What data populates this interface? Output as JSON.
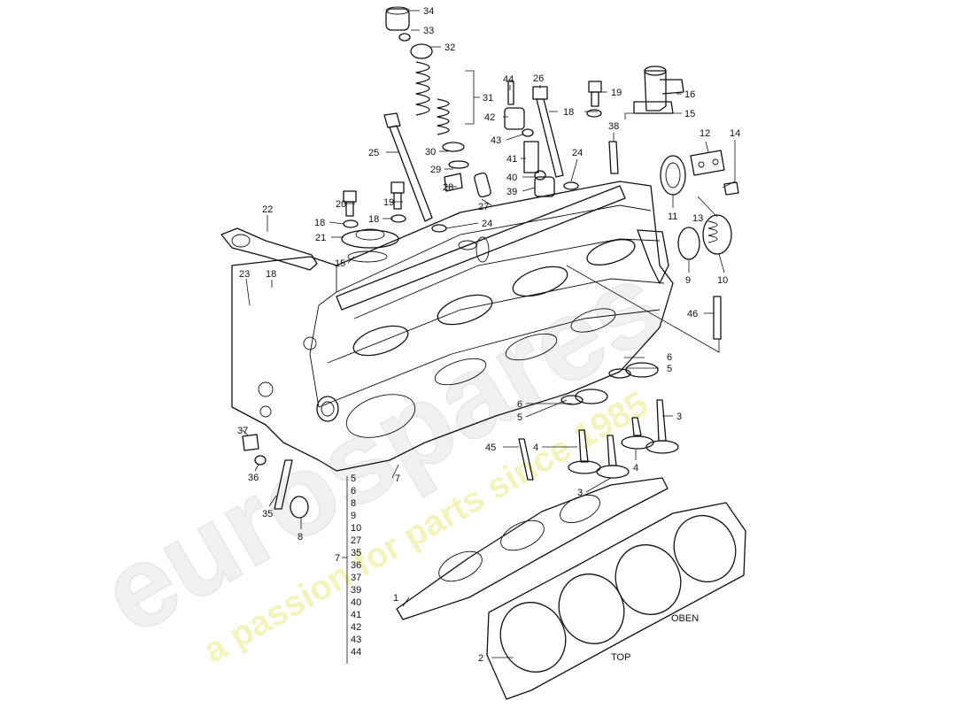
{
  "watermark": {
    "logo_text": "eurospares",
    "tagline": "a passion for parts since 1985",
    "logo_color": "#e6e6e6",
    "tagline_color": "#eeeea0"
  },
  "parts": {
    "p1": "1",
    "p2": "2",
    "p3a": "3",
    "p3b": "3",
    "p4a": "4",
    "p4b": "4",
    "p5a": "5",
    "p5b": "5",
    "p6a": "6",
    "p6b": "6",
    "p7": "7",
    "p8": "8",
    "p9": "9",
    "p10": "10",
    "p11": "11",
    "p12": "12",
    "p13": "13",
    "p14": "14",
    "p15a": "15",
    "p15b": "15",
    "p16": "16",
    "p18a": "18",
    "p18b": "18",
    "p18c": "18",
    "p18d": "18",
    "p19a": "19",
    "p19b": "19",
    "p20": "20",
    "p21": "21",
    "p22": "22",
    "p23": "23",
    "p24a": "24",
    "p24b": "24",
    "p25": "25",
    "p26": "26",
    "p27": "27",
    "p28": "28",
    "p29": "29",
    "p30": "30",
    "p31": "31",
    "p32": "32",
    "p33": "33",
    "p34": "34",
    "p35": "35",
    "p36": "36",
    "p37": "37",
    "p38": "38",
    "p39": "39",
    "p40": "40",
    "p41": "41",
    "p42": "42",
    "p43": "43",
    "p44": "44",
    "p45": "45",
    "p46": "46"
  },
  "kit_list": {
    "label": "7",
    "items": [
      "5",
      "6",
      "8",
      "9",
      "10",
      "27",
      "35",
      "36",
      "37",
      "39",
      "40",
      "41",
      "42",
      "43",
      "44"
    ]
  },
  "gasket_marks": {
    "top": "TOP",
    "oben": "OBEN"
  }
}
